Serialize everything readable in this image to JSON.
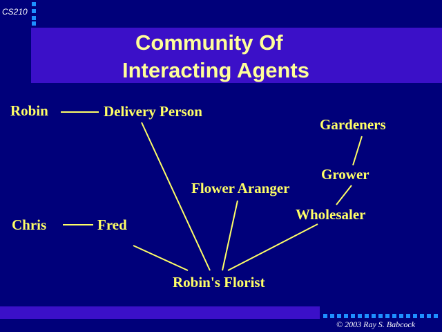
{
  "slide": {
    "course_label": "CS210",
    "title_line1": "Community Of",
    "title_line2": "Interacting Agents",
    "copyright": "© 2003 Ray S. Babcock"
  },
  "diagram": {
    "nodes": {
      "robin": "Robin",
      "delivery_person": "Delivery Person",
      "gardeners": "Gardeners",
      "grower": "Grower",
      "flower_aranger": "Flower Aranger",
      "wholesaler": "Wholesaler",
      "chris": "Chris",
      "fred": "Fred",
      "florist": "Robin's Florist"
    },
    "links": [
      [
        "robin",
        "delivery_person"
      ],
      [
        "chris",
        "fred"
      ],
      [
        "delivery_person",
        "florist"
      ],
      [
        "flower_aranger",
        "florist"
      ],
      [
        "fred",
        "florist"
      ],
      [
        "wholesaler",
        "florist"
      ],
      [
        "grower",
        "wholesaler"
      ],
      [
        "gardeners",
        "grower"
      ]
    ]
  },
  "colors": {
    "background": "#00007A",
    "band": "#3B10C8",
    "title_text": "#FFFF99",
    "node_text": "#FFFF66",
    "connector": "#FFFF66",
    "accent_dots": "#1E90FF"
  }
}
